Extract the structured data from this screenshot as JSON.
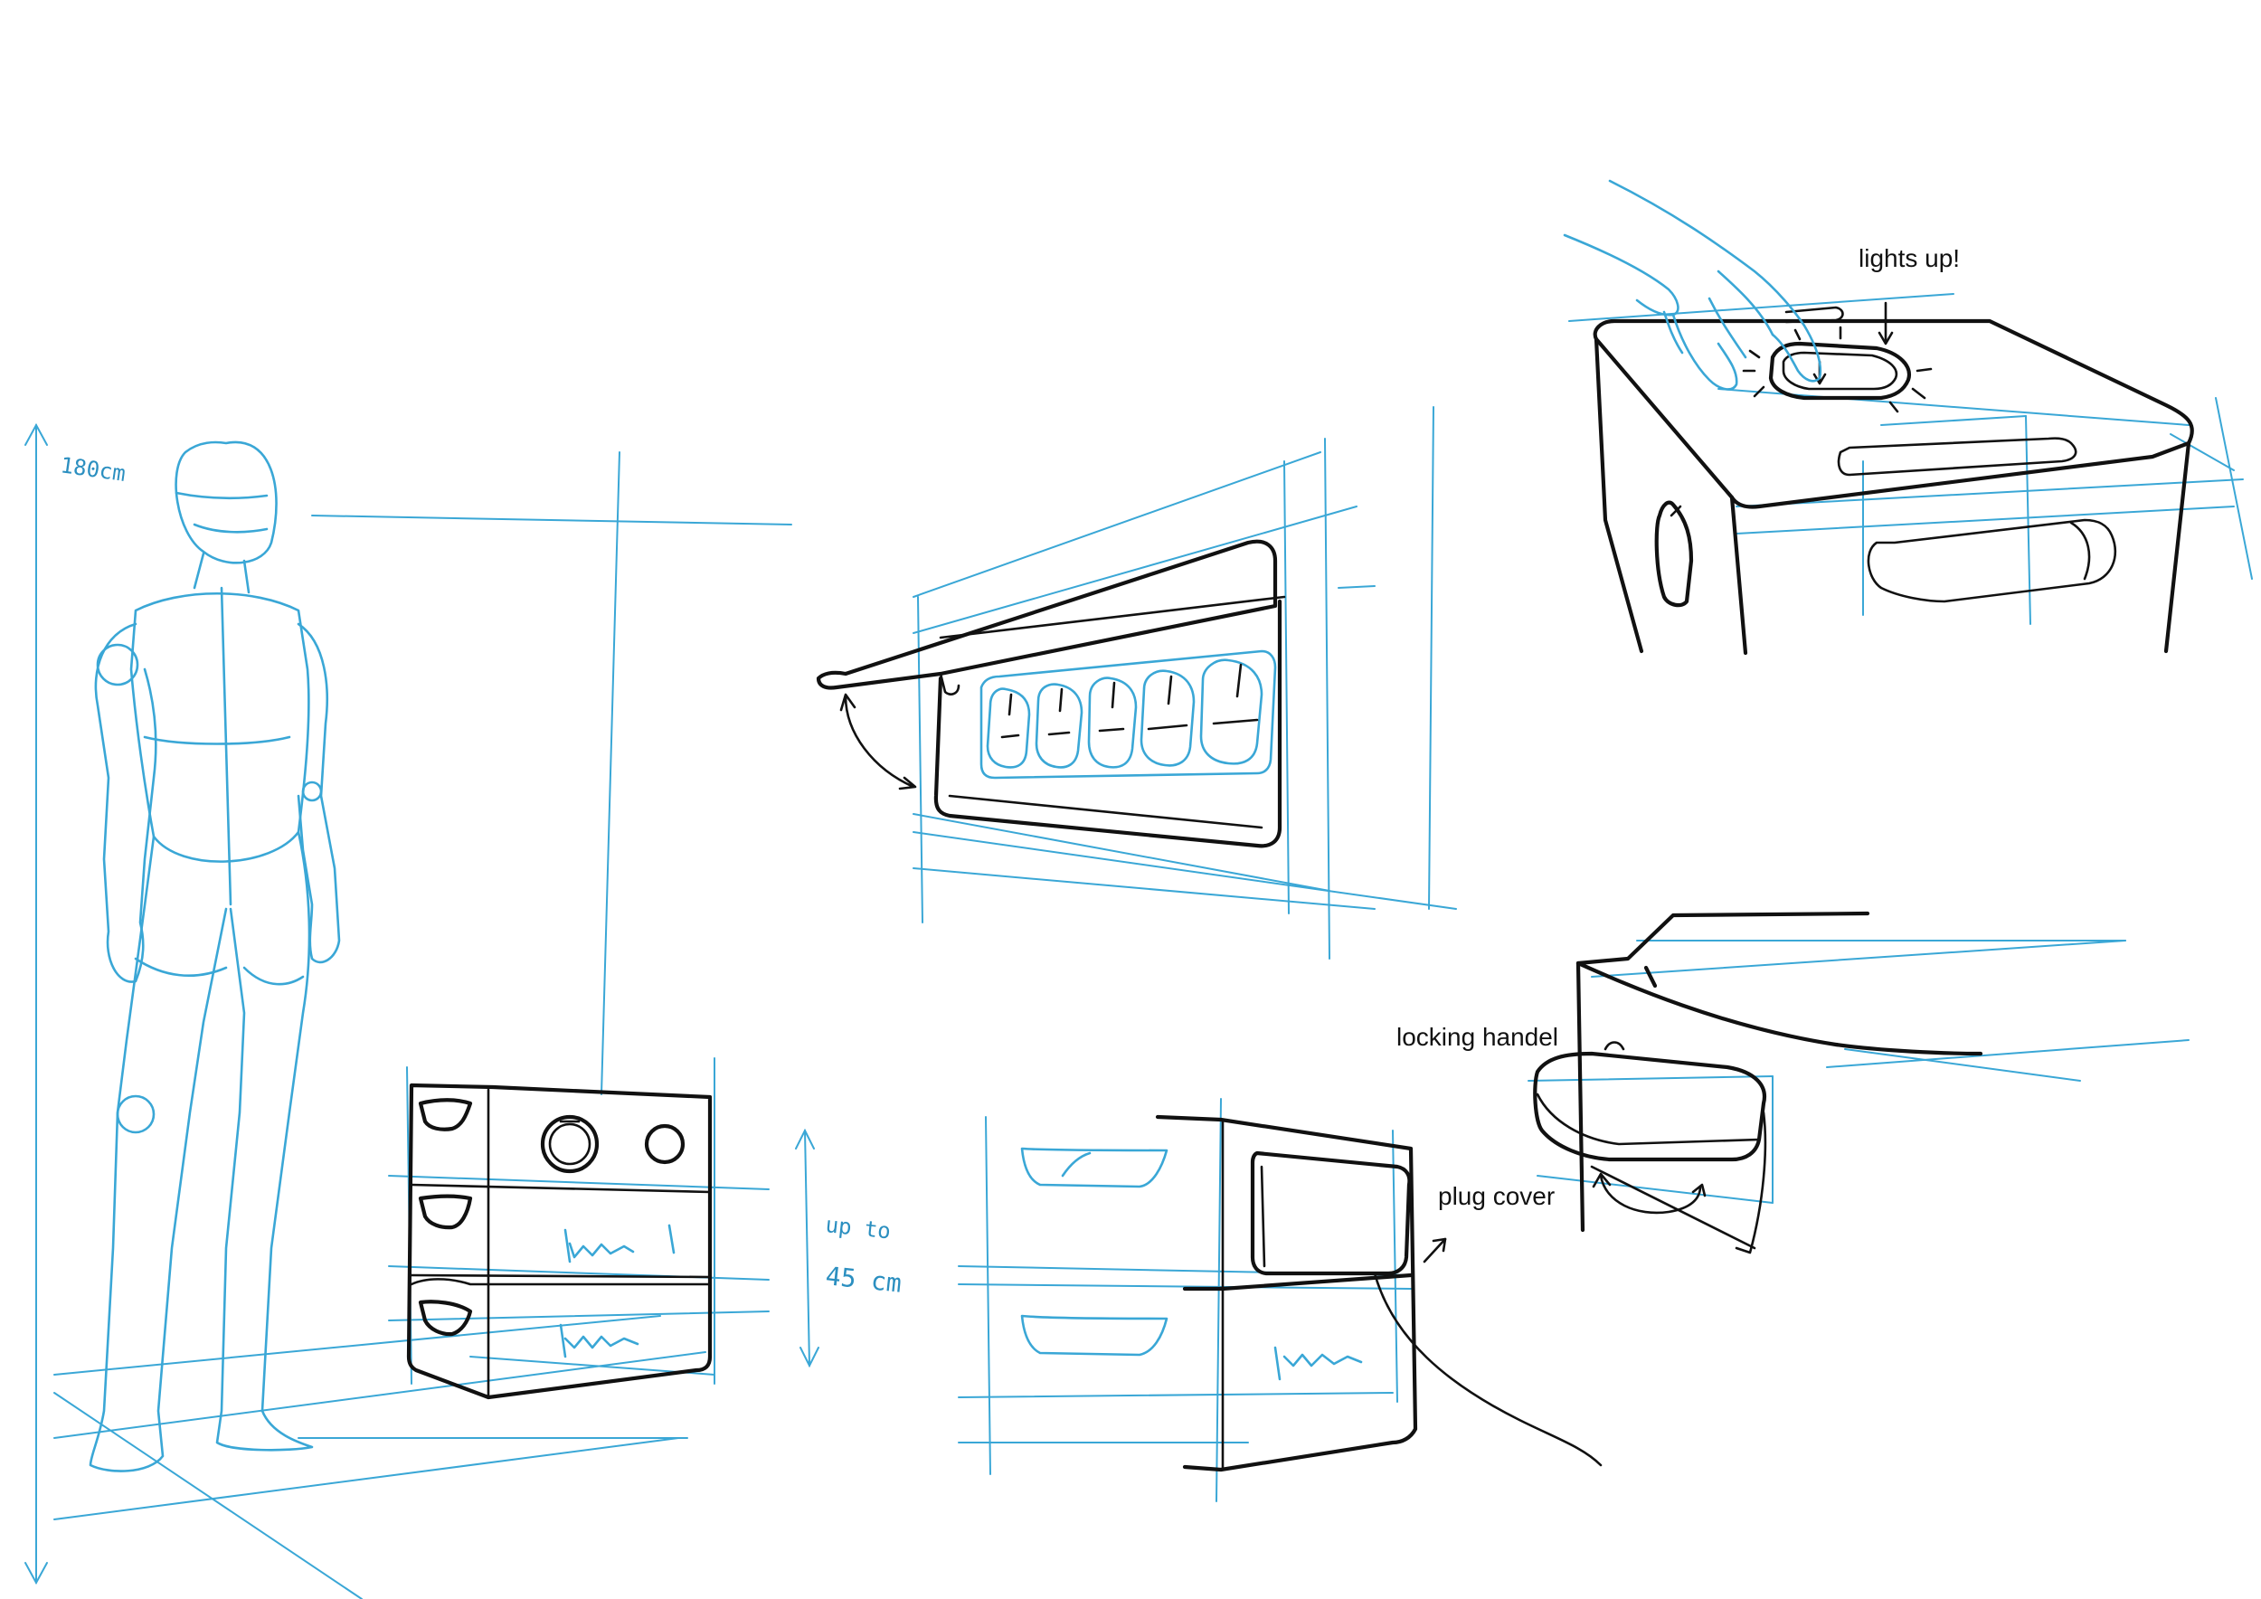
{
  "colors": {
    "construction": "#3aa7d6",
    "ink": "#111111",
    "paper": "#ffffff"
  },
  "labels": {
    "height": "180cm",
    "stack_height_line1": "up to",
    "stack_height_line2": "45 cm",
    "lights_up": "lights up!",
    "locking_handle": "locking handel",
    "plug_cover": "plug cover"
  }
}
